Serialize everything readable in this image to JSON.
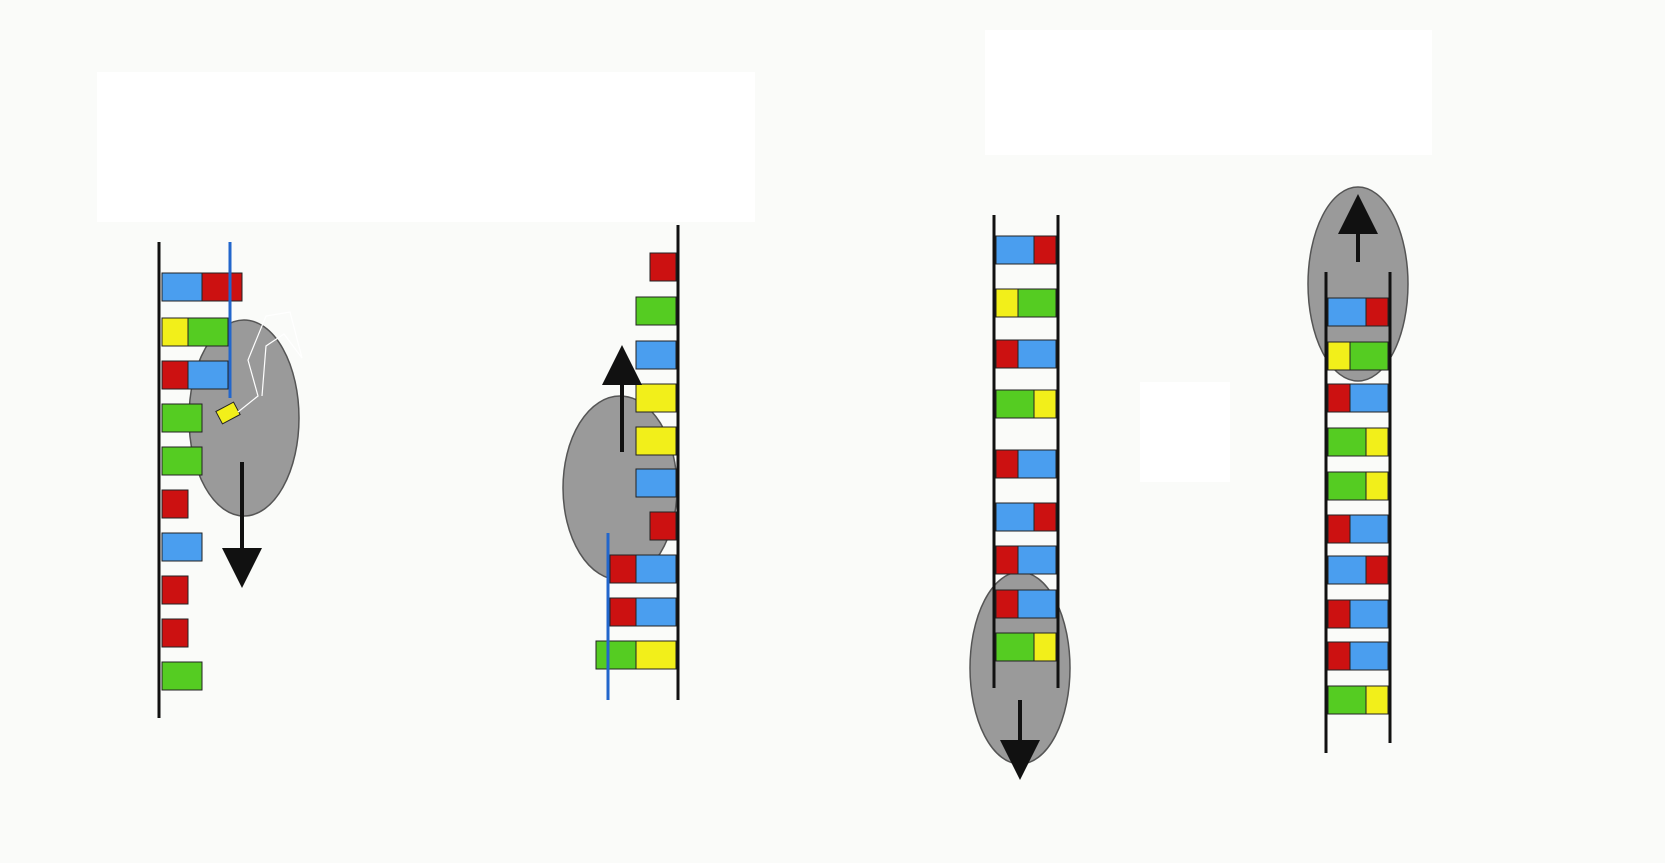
{
  "colors": {
    "background": "#fafbf9",
    "backbone": "#111111",
    "primer": "#2266cc",
    "enzyme": "#9a9a9a",
    "base_A": "#4a9eef",
    "base_T": "#cc1111",
    "base_G": "#55cc22",
    "base_C": "#f2ef1a"
  },
  "base_color_names": {
    "A": "blue",
    "T": "red",
    "G": "green",
    "C": "yellow"
  },
  "diagrams": [
    {
      "name": "panel-1-polymerase-extending-downward",
      "template_bases": [
        "A",
        "C",
        "T",
        "G",
        "G",
        "T",
        "A",
        "T",
        "T",
        "G"
      ],
      "paired_bases": [
        "T",
        "G",
        "A"
      ],
      "incoming_nucleotide": "C",
      "arrow_direction": "down",
      "icons": [
        "ladder-left-strand-icon",
        "primer-strand-icon",
        "polymerase-enzyme-icon",
        "down-arrow-icon"
      ]
    },
    {
      "name": "panel-2-polymerase-extending-upward",
      "template_bases": [
        "T",
        "G",
        "A",
        "C",
        "C",
        "A",
        "T",
        "A",
        "A",
        "C"
      ],
      "paired_bases": [
        "T",
        "T",
        "G"
      ],
      "arrow_direction": "up",
      "icons": [
        "ladder-right-strand-icon",
        "primer-strand-icon",
        "polymerase-enzyme-icon",
        "up-arrow-icon"
      ]
    },
    {
      "name": "panel-3-helicase-moving-down",
      "rungs": [
        [
          "A",
          "T"
        ],
        [
          "C",
          "G"
        ],
        [
          "T",
          "A"
        ],
        [
          "G",
          "C"
        ],
        [
          "T",
          "A"
        ],
        [
          "A",
          "T"
        ],
        [
          "T",
          "A"
        ],
        [
          "T",
          "A"
        ],
        [
          "G",
          "C"
        ]
      ],
      "arrow_direction": "down",
      "icons": [
        "double-strand-ladder-icon",
        "helicase-enzyme-icon",
        "down-arrow-icon"
      ]
    },
    {
      "name": "panel-4-helicase-moving-up",
      "rungs": [
        [
          "A",
          "T"
        ],
        [
          "C",
          "G"
        ],
        [
          "T",
          "A"
        ],
        [
          "G",
          "C"
        ],
        [
          "G",
          "C"
        ],
        [
          "T",
          "A"
        ],
        [
          "A",
          "T"
        ],
        [
          "T",
          "A"
        ],
        [
          "T",
          "A"
        ],
        [
          "G",
          "C"
        ]
      ],
      "arrow_direction": "up",
      "icons": [
        "double-strand-ladder-icon",
        "helicase-enzyme-icon",
        "up-arrow-icon"
      ]
    }
  ]
}
